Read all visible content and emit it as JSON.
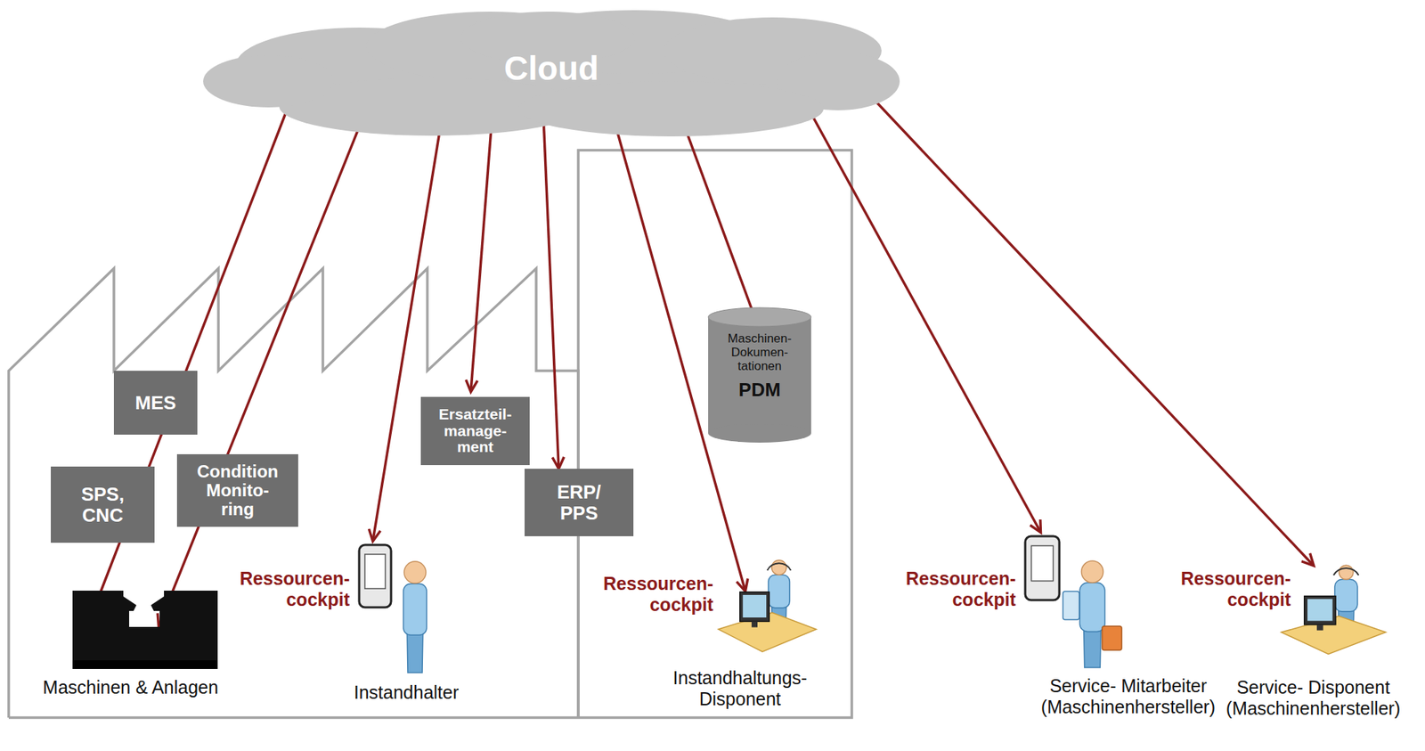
{
  "diagram": {
    "nodes": [
      {
        "text": [
          "Cloud"
        ]
      },
      {
        "text": [
          "Maschinen- Dokumen- tationen",
          "PDM"
        ]
      },
      {
        "text": [
          "MES"
        ]
      },
      {
        "text": [
          "Ersatzteil- manage- ment"
        ]
      },
      {
        "text": [
          "Condition Monito- ring"
        ]
      },
      {
        "text": [
          "SPS, CNC"
        ]
      },
      {
        "text": [
          "ERP/ PPS"
        ]
      },
      {
        "text": [
          "Maschinen & Anlagen"
        ]
      },
      {
        "text": [
          "Ressourcen- cockpit",
          "Instandhalter"
        ]
      },
      {
        "text": [
          "Ressourcen- cockpit",
          "Instandhaltungs- Disponent"
        ]
      },
      {
        "text": [
          "Ressourcen- cockpit",
          "Service- Mitarbeiter (Maschinenhersteller)"
        ]
      },
      {
        "text": [
          "Ressourcen- cockpit",
          "Service- Disponent (Maschinenhersteller)"
        ]
      }
    ],
    "edges": [
      {
        "from": 0,
        "to": 7,
        "arrow": "both"
      },
      {
        "from": 0,
        "to": 7,
        "arrow": "both"
      },
      {
        "from": 0,
        "to": 8,
        "arrow": "both"
      },
      {
        "from": 0,
        "to": 3,
        "arrow": "both"
      },
      {
        "from": 0,
        "to": 6,
        "arrow": "both"
      },
      {
        "from": 0,
        "to": 9,
        "arrow": "both"
      },
      {
        "from": 0,
        "to": 1,
        "arrow": "both"
      },
      {
        "from": 0,
        "to": 10,
        "arrow": "both"
      },
      {
        "from": 0,
        "to": 11,
        "arrow": "both"
      }
    ]
  }
}
